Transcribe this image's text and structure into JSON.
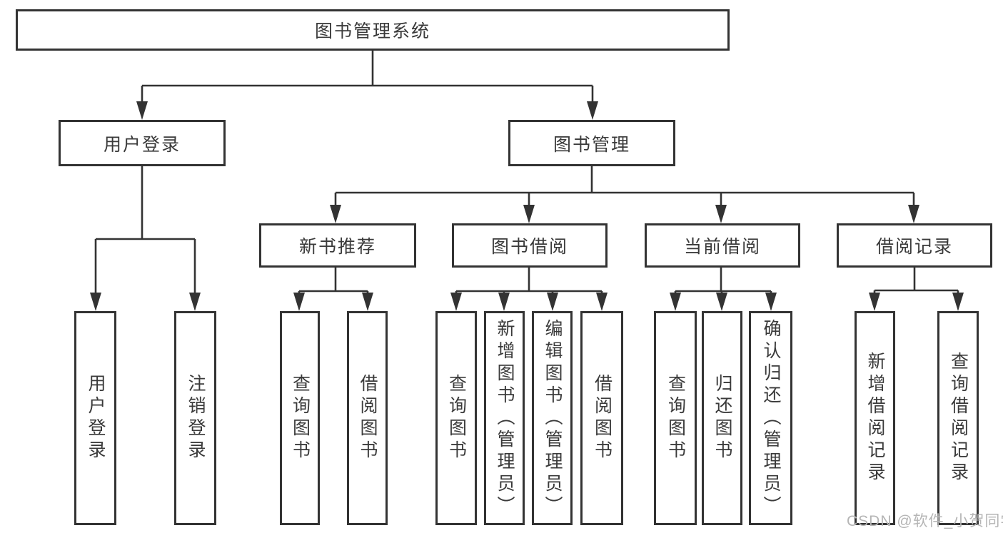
{
  "title": "图书管理系统",
  "nodes": {
    "root": {
      "label": "图书管理系统"
    },
    "level2": [
      {
        "label": "用户登录"
      },
      {
        "label": "图书管理"
      }
    ],
    "level3": [
      {
        "label": "新书推荐"
      },
      {
        "label": "图书借阅"
      },
      {
        "label": "当前借阅"
      },
      {
        "label": "借阅记录"
      }
    ],
    "leaves": {
      "user_login": [
        "用户登录",
        "注销登录"
      ],
      "new_books": [
        "查询图书",
        "借阅图书"
      ],
      "book_borrow": [
        "查询图书",
        "新增图书（管理员）",
        "编辑图书（管理员）",
        "借阅图书"
      ],
      "current_borrow": [
        "查询图书",
        "归还图书",
        "确认归还（管理员）"
      ],
      "borrow_records": [
        "新增借阅记录",
        "查询借阅记录"
      ]
    }
  },
  "watermark": {
    "text": "CSDN @软件_小贺同学"
  },
  "colors": {
    "line": "#333333",
    "text": "#3a3a3a",
    "watermark": "#b5b5b5",
    "background": "#ffffff"
  }
}
